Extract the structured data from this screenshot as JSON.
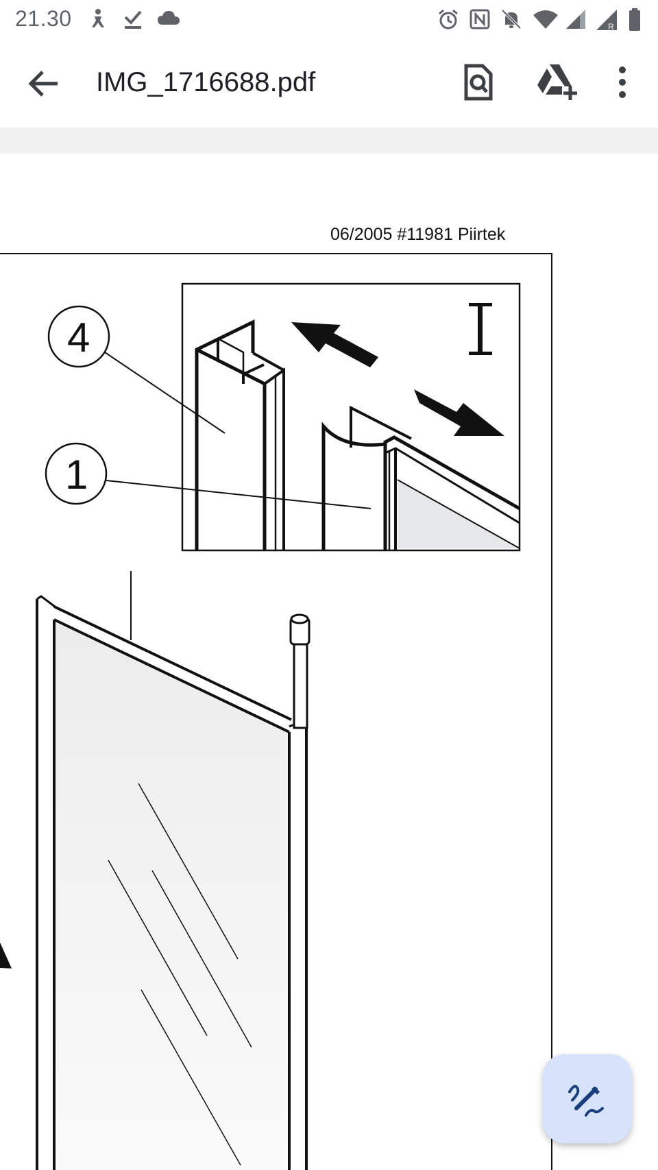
{
  "status_bar": {
    "time": "21.30",
    "left_icons": [
      "accessibility-icon",
      "task-done-icon",
      "cloud-icon"
    ],
    "right_icons": [
      "alarm-icon",
      "nfc-icon",
      "bell-off-icon",
      "wifi-icon",
      "signal-icon",
      "signal-roaming-icon",
      "battery-icon"
    ]
  },
  "app_bar": {
    "title": "IMG_1716688.pdf",
    "actions": [
      "find-in-document-icon",
      "add-to-drive-icon",
      "more-options-icon"
    ]
  },
  "document": {
    "header_text": "06/2005 #11981 Piirtek",
    "callout_4": "4",
    "callout_1": "1",
    "detail_label": "I"
  },
  "fab": {
    "icon": "edit-annotate-icon",
    "color": "#d6e3fb"
  }
}
